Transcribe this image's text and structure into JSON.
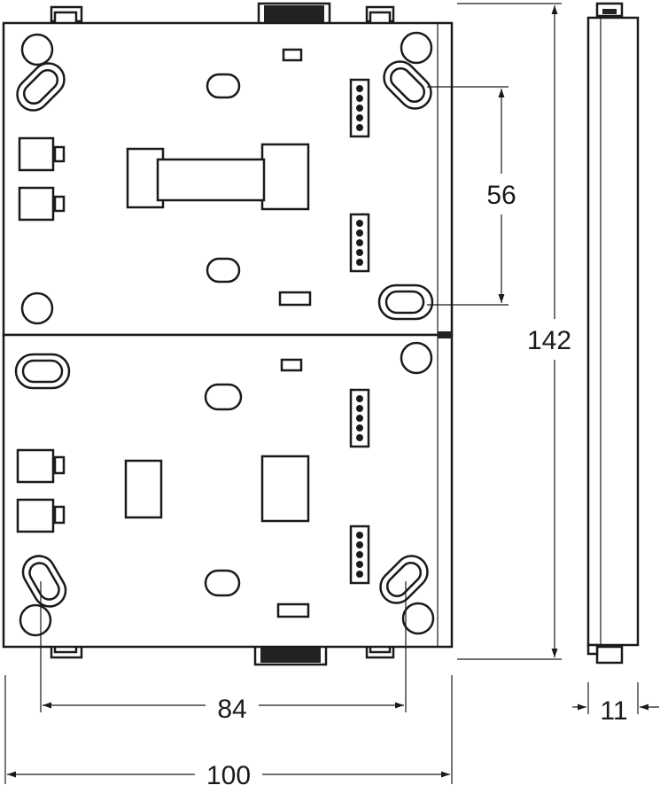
{
  "dimensions": {
    "total_width": "100",
    "hole_spacing_horizontal": "84",
    "hole_spacing_vertical": "56",
    "total_height": "142",
    "depth": "11"
  }
}
